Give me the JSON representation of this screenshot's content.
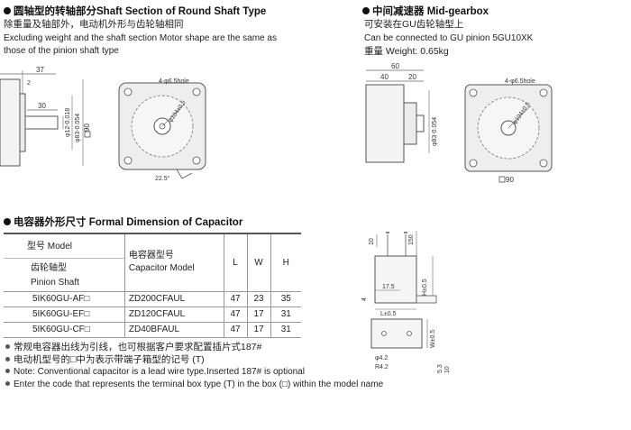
{
  "round_shaft": {
    "heading": "圆轴型的转轴部分Shaft Section of Round Shaft Type",
    "line1": "除重量及轴部外，电动机外形与齿轮轴相同",
    "line2": "Excluding weight and the shaft section Motor shape are the same as",
    "line3": "those of the pinion shaft type",
    "dims": {
      "d37": "37",
      "d2": "2",
      "d30": "30",
      "d90": "90",
      "hole": "4-φ6.5hole",
      "pcd": "φ104±0.5",
      "shaft": "φ12-0.018",
      "spigot": "φ83-0.054",
      "angle": "22.5°"
    }
  },
  "mid_gearbox": {
    "heading": "中间减速器 Mid-gearbox",
    "line1": "可安装在GU齿轮轴型上",
    "line2": "Can be connected to GU pinion 5GU10XK",
    "line3": "重量 Weight: 0.65kg",
    "dims": {
      "d60": "60",
      "d40": "40",
      "d20": "20",
      "hole": "4-φ6.5hole",
      "pcd": "φ104±0.5",
      "spigot": "φ83-0.054",
      "d90": "90"
    }
  },
  "capacitor": {
    "heading": "电容器外形尺寸 Formal Dimension of Capacitor",
    "table": {
      "h_model_cn": "型号 Model",
      "h_pinion_cn": "齿轮轴型",
      "h_pinion_en": "Pinion Shaft",
      "h_cap_cn": "电容器型号",
      "h_cap_en": "Capacitor Model",
      "h_L": "L",
      "h_W": "W",
      "h_H": "H",
      "rows": [
        {
          "model": "5IK60GU-AF□",
          "cap": "ZD200CFAUL",
          "L": "47",
          "W": "23",
          "H": "35"
        },
        {
          "model": "5IK60GU-EF□",
          "cap": "ZD120CFAUL",
          "L": "47",
          "W": "17",
          "H": "31"
        },
        {
          "model": "5IK60GU-CF□",
          "cap": "ZD40BFAUL",
          "L": "47",
          "W": "17",
          "H": "31"
        }
      ]
    },
    "dims": {
      "d10": "10",
      "d150": "150",
      "d17_5": "17.5",
      "d4": "4",
      "H": "H±0.5",
      "L": "L±0.5",
      "W": "W±0.5",
      "d4_2": "φ4.2",
      "r4_2": "R4.2",
      "d5_3": "5.3",
      "d10b": "10"
    }
  },
  "notes": [
    "常规电容器出线为引线，也可根据客户要求配置插片式187#",
    "电动机型号的□中为表示带端子箱型的记号 (T)",
    "Note: Conventional capacitor is a lead wire type.Inserted 187#  is optional",
    "Enter the code that represents the terminal box type (T) in the box (□) within the model name"
  ]
}
